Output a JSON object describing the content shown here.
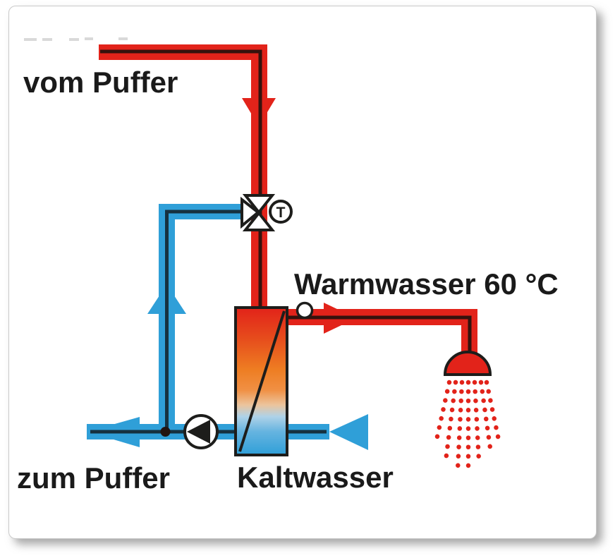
{
  "diagram": {
    "labels": {
      "from_buffer": "vom Puffer",
      "warm_water": "Warmwasser 60 °C",
      "to_buffer": "zum Puffer",
      "cold_water": "Kaltwasser",
      "thermostat_symbol": "T"
    },
    "colors": {
      "hot_water": "#e2231a",
      "cold_water": "#2f9fd8",
      "hot_line": "#36120d",
      "cold_line": "#16313f",
      "outline": "#1d1d1b",
      "text": "#1a1a1a"
    }
  }
}
